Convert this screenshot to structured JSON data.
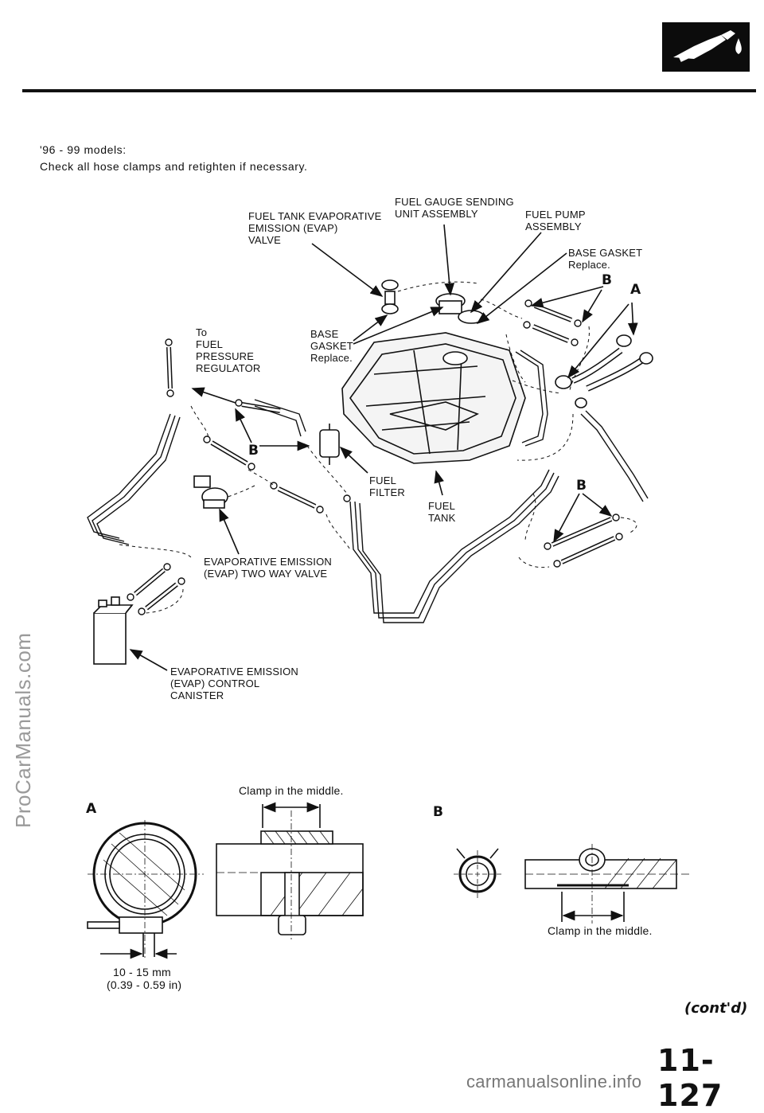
{
  "header": {
    "badge_icon": "fuel-nozzle-icon"
  },
  "intro": {
    "line1": "'96 - 99 models:",
    "line2": "Check all hose clamps and retighten if necessary."
  },
  "labels": {
    "evap_valve": "FUEL TANK EVAPORATIVE\nEMISSION  (EVAP)\nVALVE",
    "sending_unit": "FUEL  GAUGE  SENDING\nUNIT ASSEMBLY",
    "fuel_pump": "FUEL  PUMP\nASSEMBLY",
    "base_gasket_right": "BASE  GASKET\nReplace.",
    "base_gasket_center": "BASE\nGASKET\nReplace.",
    "to_regulator": "To\nFUEL\nPRESSURE\nREGULATOR",
    "fuel_filter": "FUEL\nFILTER",
    "fuel_tank": "FUEL\nTANK",
    "two_way_valve": "EVAPORATIVE EMISSION\n(EVAP) TWO WAY VALVE",
    "canister": "EVAPORATIVE EMISSION\n(EVAP)  CONTROL\nCANISTER"
  },
  "callouts": {
    "a": "A",
    "b": "B"
  },
  "details": {
    "a_title": "A",
    "b_title": "B",
    "clamp_middle_a": "Clamp in the middle.",
    "clamp_middle_b": "Clamp  in  the  middle.",
    "dimension_mm": "10 - 15 mm",
    "dimension_in": "(0.39 - 0.59 in)"
  },
  "footer": {
    "contd": "(cont'd)",
    "page_number": "11-127",
    "site": "carmanualsonline.info"
  },
  "watermark": "ProCarManuals.com"
}
